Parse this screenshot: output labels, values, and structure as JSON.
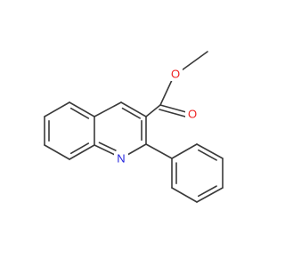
{
  "molecule": {
    "atoms": {
      "nitrogen": "N",
      "carbonyl_oxygen": "O",
      "ester_oxygen": "O"
    },
    "colors": {
      "bond": "#3a3a3a",
      "nitrogen": "#2222dd",
      "oxygen": "#ee2222",
      "background": "#ffffff"
    }
  }
}
